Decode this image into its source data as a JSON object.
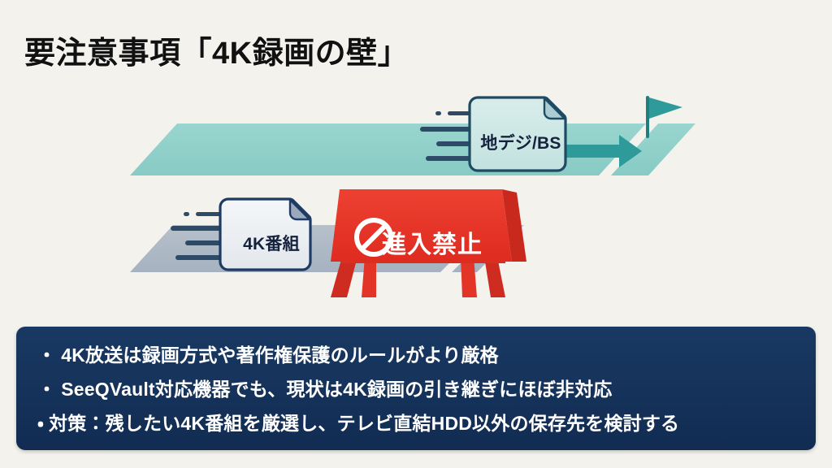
{
  "slide": {
    "title": "要注意事項「4K録画の壁」",
    "background_color": "#f3f2ed"
  },
  "diagram": {
    "top_lane": {
      "label": "地デジ/BS",
      "lane_color": "#8ecfc9",
      "arrow_color": "#2e9a9a",
      "flag_color": "#2e9a9a",
      "speed_line_color": "#2d4a66",
      "card_fill": "#cfe8e6",
      "card_border": "#1f4a63"
    },
    "bottom_lane": {
      "label": "4K番組",
      "lane_color": "#aeb9c6",
      "speed_line_color": "#2d4a66",
      "card_fill": "#eef0f3",
      "card_border": "#1f3a63"
    },
    "barricade": {
      "text": "進入禁止",
      "icon": "prohibition-icon",
      "sign_color": "#e8342a",
      "sign_shadow_color": "#c6281d",
      "text_color": "#ffffff"
    }
  },
  "summary_panel": {
    "background_color": "#16325c",
    "text_color": "#ffffff",
    "bullet_marker": "・",
    "bullets": [
      "4K放送は録画方式や著作権保護のルールがより厳格",
      "SeeQVault対応機器でも、現状は4K録画の引き継ぎにほぼ非対応",
      "対策：残したい4K番組を厳選し、テレビ直結HDD以外の保存先を検討する"
    ]
  }
}
